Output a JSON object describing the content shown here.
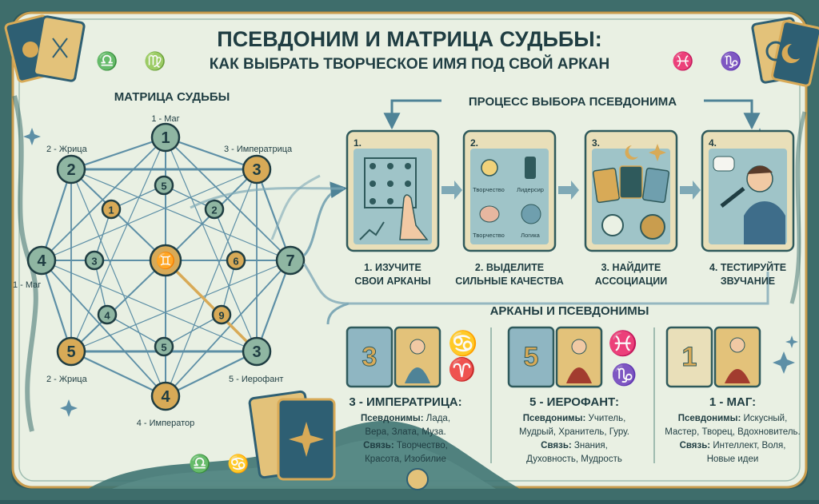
{
  "header": {
    "title": "ПСЕВДОНИМ И МАТРИЦА СУДЬБЫ:",
    "subtitle": "КАК ВЫБРАТЬ ТВОРЧЕСКОЕ ИМЯ ПОД СВОЙ АРКАН"
  },
  "matrix": {
    "title": "МАТРИЦА СУДЬБЫ",
    "center_symbol": "♊",
    "outer_nodes": [
      "1",
      "3",
      "7",
      "3",
      "4",
      "5",
      "4",
      "2"
    ],
    "inner_nodes": [
      "5",
      "2",
      "6",
      "9",
      "5",
      "4",
      "3",
      "1"
    ],
    "labels": [
      "1 - Маг",
      "3 - Императрица",
      "5 - Иерофант",
      "4 - Император",
      "2 - Жрица",
      "1 - Маг",
      "2 - Жрица"
    ]
  },
  "process": {
    "title": "ПРОЦЕСС ВЫБОРА ПСЕВДОНИМА",
    "steps": [
      {
        "num": "1.",
        "line1": "1. ИЗУЧИТЕ",
        "line2": "СВОИ АРКАНЫ"
      },
      {
        "num": "2.",
        "line1": "2. ВЫДЕЛИТЕ",
        "line2": "СИЛЬНЫЕ КАЧЕСТВА",
        "tags": [
          "Творчество",
          "Лидерсир",
          "Творчество",
          "Логика"
        ]
      },
      {
        "num": "3.",
        "line1": "3. НАЙДИТЕ",
        "line2": "АССОЦИАЦИИ"
      },
      {
        "num": "4.",
        "line1": "4. ТЕСТИРУЙТЕ",
        "line2": "ЗВУЧАНИЕ"
      }
    ]
  },
  "arcana": {
    "title": "АРКАНЫ И ПСЕВДОНИМЫ",
    "cards": [
      {
        "numeral": "3",
        "heading": "3 - ИМПЕРАТРИЦА:",
        "lines": [
          {
            "b": "Псевдонимы: ",
            "t": "Лада,"
          },
          {
            "b": "",
            "t": "Вера, Злата, Муза."
          },
          {
            "b": "Связь: ",
            "t": "Творчество,"
          },
          {
            "b": "",
            "t": "Красота, Изобилие"
          }
        ]
      },
      {
        "numeral": "5",
        "heading": "5 - ИЕРОФАНТ:",
        "lines": [
          {
            "b": "Псевдонимы: ",
            "t": "Учитель,"
          },
          {
            "b": "",
            "t": "Мудрый, Хранитель, Гуру."
          },
          {
            "b": "Связь: ",
            "t": "Знания,"
          },
          {
            "b": "",
            "t": "Духовность, Мудрость"
          }
        ]
      },
      {
        "numeral": "1",
        "heading": "1 - МАГ:",
        "lines": [
          {
            "b": "Псевдонимы: ",
            "t": "Искусный,"
          },
          {
            "b": "",
            "t": "Мастер, Творец, Вдохновитель."
          },
          {
            "b": "Связь: ",
            "t": "Интеллект, Воля,"
          },
          {
            "b": "",
            "t": "Новые идеи"
          }
        ]
      }
    ]
  },
  "colors": {
    "border": "#2f5a5c",
    "parchment": "#eaf1e4",
    "node_green": "#8fb6a2",
    "node_gold": "#d8aa57",
    "line_blue": "#5d8fa6",
    "ink": "#1f3d42"
  }
}
